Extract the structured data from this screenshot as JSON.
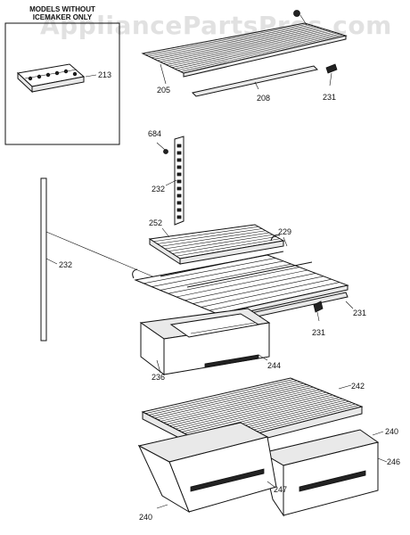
{
  "watermark": "AppliancePartsPros.com",
  "inset": {
    "title_line1": "MODELS WITHOUT",
    "title_line2": "ICEMAKER ONLY",
    "part_213": "213"
  },
  "parts": {
    "p205": "205",
    "p208": "208",
    "p231_top": "231",
    "p684": "684",
    "p232_upper": "232",
    "p232_left": "232",
    "p252": "252",
    "p229": "229",
    "p231_mid": "231",
    "p231_right": "231",
    "p236": "236",
    "p244": "244",
    "p242": "242",
    "p240_right": "240",
    "p246": "246",
    "p247": "247",
    "p240_left": "240"
  }
}
